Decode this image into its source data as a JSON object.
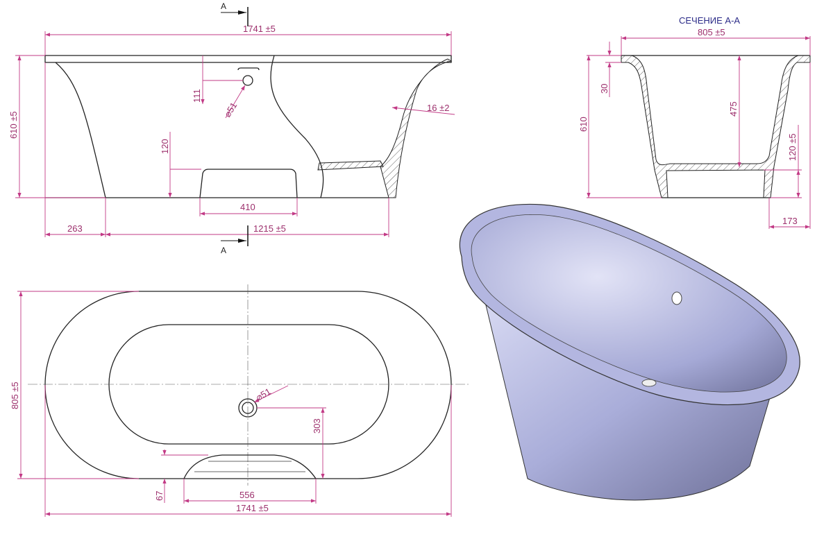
{
  "section_marks": {
    "top": "A",
    "bottom": "A"
  },
  "side_view": {
    "overall_length": "1741 ±5",
    "height": "610 ±5",
    "overflow_offset": "111",
    "overflow_diameter": "⌀51",
    "wall_thickness": "16 ±2",
    "cutout_height": "120",
    "cutout_width": "410",
    "base_offset": "263",
    "base_length": "1215 ±5"
  },
  "section_view": {
    "title": "СЕЧЕНИЕ А-А",
    "width": "805 ±5",
    "rim": "30",
    "depth": "475",
    "height": "610",
    "base_height": "120 ±5",
    "base_offset": "173"
  },
  "plan_view": {
    "width": "805 ±5",
    "drain_diameter": "⌀51",
    "drain_offset": "303",
    "notch_depth": "67",
    "notch_width": "556",
    "overall_length": "1741 ±5"
  },
  "colors": {
    "dimension": "#c23a86",
    "title": "#2b2b88",
    "tub_render": "#a9add9"
  }
}
